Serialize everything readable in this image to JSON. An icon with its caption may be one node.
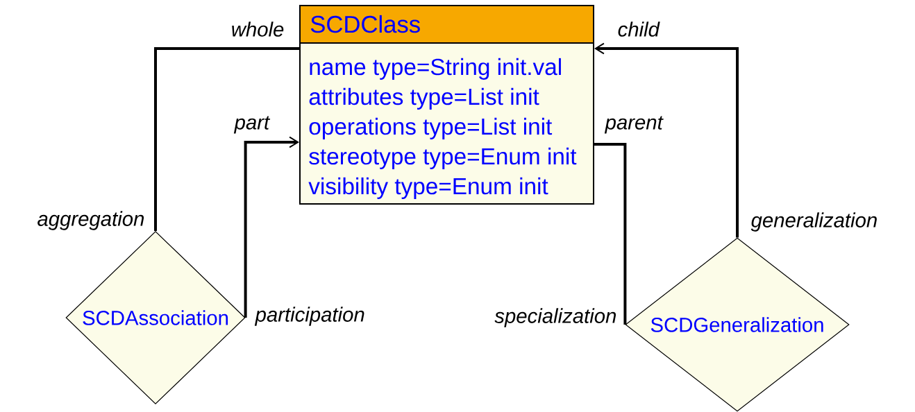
{
  "diagram": {
    "nodes": [
      {
        "text": [
          "SCDClass",
          "name type=String init.val",
          "attributes type=List init",
          "operations type=List init",
          "stereotype type=Enum init",
          "visibility type=Enum init"
        ]
      },
      {
        "text": [
          "SCDAssociation"
        ]
      },
      {
        "text": [
          "SCDGeneralization"
        ]
      }
    ],
    "edges": [
      {
        "from": 1,
        "to": 0,
        "arrow": "none",
        "label": "aggregation"
      },
      {
        "from": 1,
        "to": 0,
        "arrow": "to",
        "label": "participation"
      },
      {
        "from": 2,
        "to": 0,
        "arrow": "none",
        "label": "specialization"
      },
      {
        "from": 2,
        "to": 0,
        "arrow": "to",
        "label": "generalization"
      }
    ],
    "labels": [
      "whole",
      "part",
      "parent",
      "child"
    ]
  }
}
